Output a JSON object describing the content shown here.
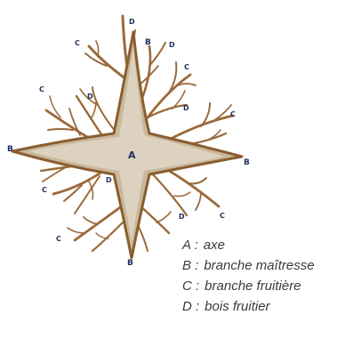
{
  "diagram": {
    "labels": {
      "axe": "A",
      "branche_maitresse": "B",
      "branche_fruitiere": "C",
      "bois_fruitier": "D"
    },
    "legend": [
      {
        "key": "A :",
        "text": "axe"
      },
      {
        "key": "B :",
        "text": "branche maîtresse"
      },
      {
        "key": "C :",
        "text": "branche fruitière"
      },
      {
        "key": "D :",
        "text": "bois fruitier"
      }
    ],
    "colors": {
      "branch": "#9a6a3a",
      "main_branch_fill": "#c9b89c",
      "main_branch_edge": "#8a5e30",
      "label": "#1f2d5c",
      "legend_text": "#3b3b3b"
    }
  }
}
